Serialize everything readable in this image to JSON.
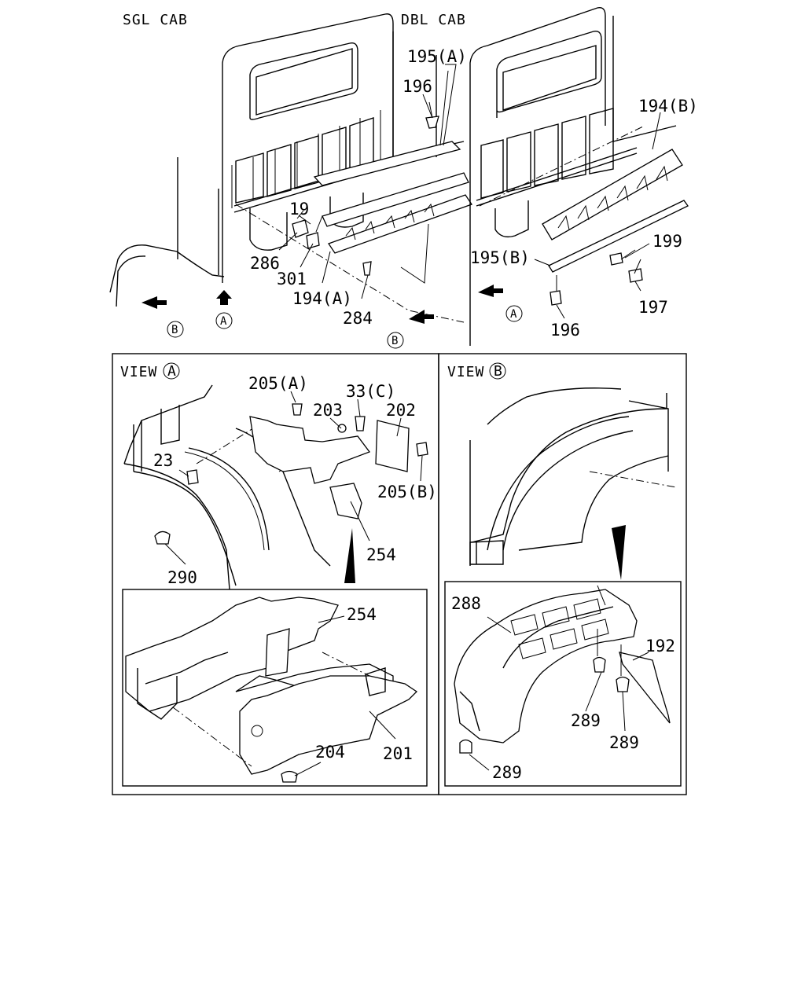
{
  "headers": {
    "sgl_cab": "SGL CAB",
    "dbl_cab": "DBL CAB",
    "view_a_word": "VIEW",
    "view_a_letter": "A",
    "view_b_word": "VIEW",
    "view_b_letter": "B"
  },
  "arrow_markers": {
    "sgl_b": "B",
    "sgl_a": "A",
    "mid_b": "B",
    "dbl_a": "A"
  },
  "callouts": {
    "p195a": "195(A)",
    "p196_top": "196",
    "p194b": "194(B)",
    "p19": "19",
    "p286": "286",
    "p301": "301",
    "p194a": "194(A)",
    "p284": "284",
    "p195b": "195(B)",
    "p199": "199",
    "p197": "197",
    "p196_bottom": "196",
    "p205a": "205(A)",
    "p203": "203",
    "p33c": "33(C)",
    "p202": "202",
    "p23": "23",
    "p205b": "205(B)",
    "p254_view": "254",
    "p290": "290",
    "p254_detail": "254",
    "p204": "204",
    "p201": "201",
    "p288": "288",
    "p192": "192",
    "p289_a": "289",
    "p289_b": "289",
    "p289_c": "289"
  }
}
